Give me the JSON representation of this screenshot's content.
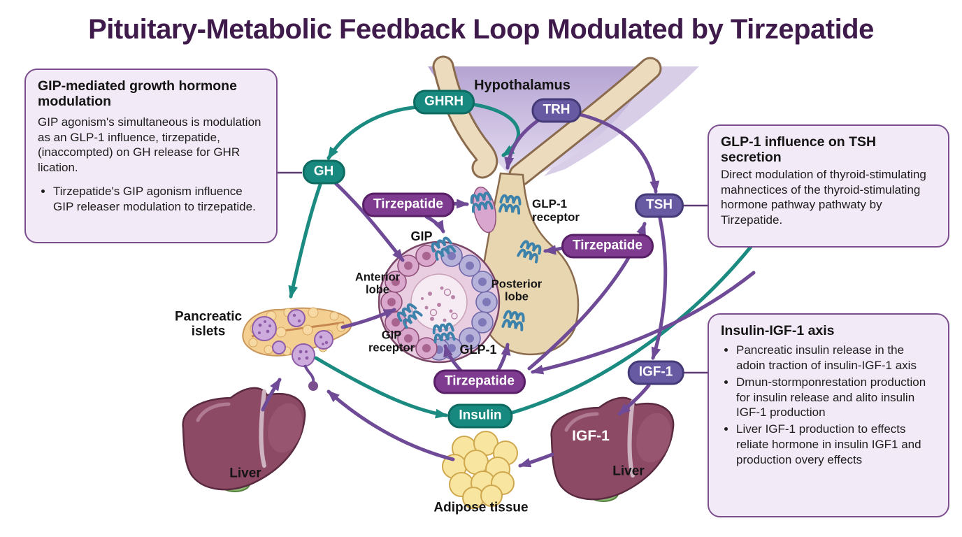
{
  "title": "Pituitary-Metabolic Feedback Loop Modulated by Tirzepatide",
  "boxes": {
    "gip_gh": {
      "title": "GIP-mediated growth hormone modulation",
      "body": "GIP agonism's simultaneous is modulation as an GLP-1 influence, tirzepatide, (inaccompted) on GH release for GHR lication.",
      "bullets": [
        "Tirzepatide's GIP agonism influence GIP releaser modulation to tirzepatide."
      ]
    },
    "glp1_tsh": {
      "title": "GLP-1 influence on TSH secretion",
      "body": "Direct modulation of thyroid-stimulating mahnectices of the thyroid-stimulating hormone pathway pathwaty by Tirzepatide."
    },
    "insulin_igf1": {
      "title": "Insulin-IGF-1 axis",
      "bullets": [
        "Pancreatic insulin release in the  adoin traction of insulin-IGF-1 axis",
        "Dmun-stormponrestation production for  insulin release and alito insulin IGF-1 production",
        "Liver IGF-1 production to effects reliate hormone in insulin IGF1 and production overy effects"
      ]
    }
  },
  "pills": {
    "ghrh": "GHRH",
    "trh": "TRH",
    "gh": "GH",
    "tsh": "TSH",
    "igf1": "IGF-1",
    "insulin": "Insulin",
    "tirzepatide_left": "Tirzepatide",
    "tirzepatide_right": "Tirzepatide",
    "tirzepatide_bottom": "Tirzepatide"
  },
  "labels": {
    "hypothalamus": "Hypothalamus",
    "glp1_receptor": "GLP-1 receptor",
    "gip": "GIP",
    "anterior_lobe": "Anterior lobe",
    "posterior_lobe": "Posterior lobe",
    "gip_receptor": "GIP receptor",
    "glp1": "GLP-1",
    "pancreatic_islets": "Pancreatic islets",
    "liver_left": "Liver",
    "liver_right": "Liver",
    "liver_igf1_text": "IGF-1",
    "adipose": "Adipose tissue"
  },
  "colors": {
    "teal_arrow": "#1b8a80",
    "purple_arrow": "#6f4a96",
    "teal_pill": "#17897e",
    "purple_pill": "#675aa3",
    "magenta_pill": "#7e3b90",
    "box_bg": "#f2eaf6",
    "box_border": "#7b4e8e",
    "title_text": "#3f1b4b"
  }
}
